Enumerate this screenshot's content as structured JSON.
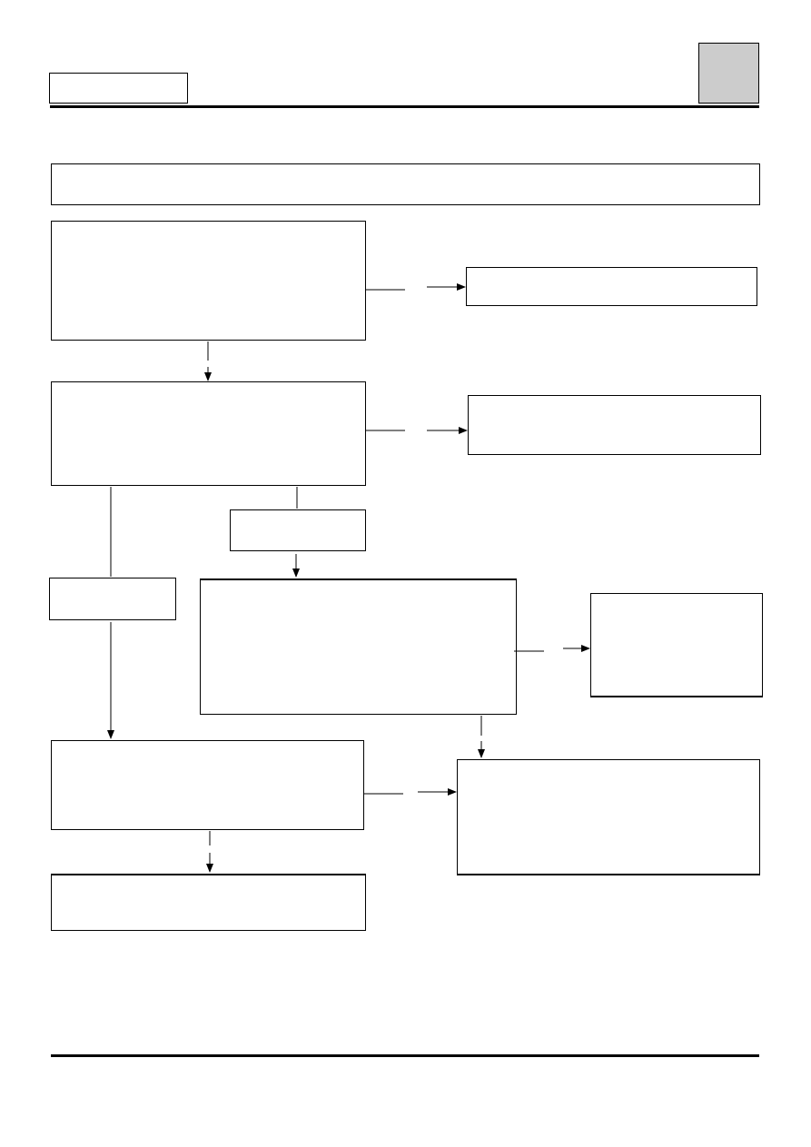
{
  "header": {
    "label": "",
    "tab_marker": ""
  },
  "flowchart": {
    "title_box": "",
    "boxes": [
      {
        "id": "step-1",
        "text": ""
      },
      {
        "id": "result-1",
        "text": ""
      },
      {
        "id": "step-2",
        "text": ""
      },
      {
        "id": "result-2",
        "text": ""
      },
      {
        "id": "branch-label-right",
        "text": ""
      },
      {
        "id": "branch-label-left",
        "text": ""
      },
      {
        "id": "step-3",
        "text": ""
      },
      {
        "id": "result-3",
        "text": ""
      },
      {
        "id": "step-4",
        "text": ""
      },
      {
        "id": "result-4",
        "text": ""
      },
      {
        "id": "step-5",
        "text": ""
      }
    ]
  },
  "colors": {
    "line": "#000000",
    "tab_marker_fill": "#cccccc",
    "background": "#ffffff"
  }
}
